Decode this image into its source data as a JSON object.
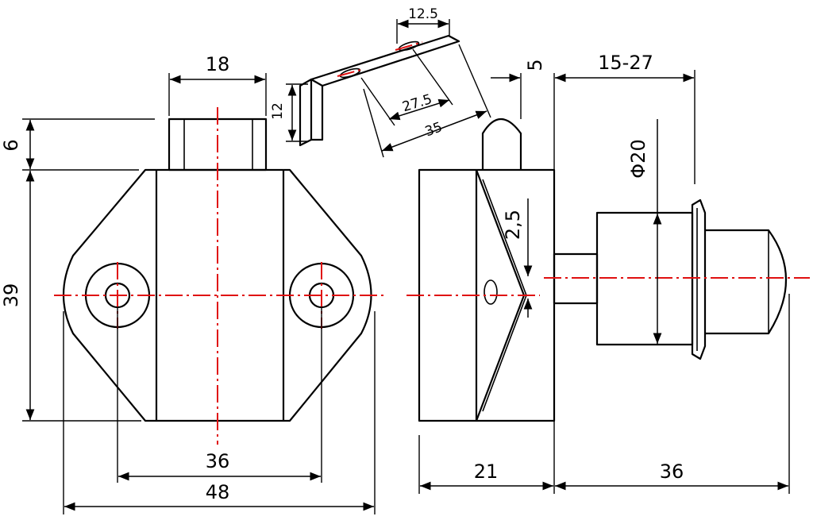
{
  "dimensions": {
    "front_top_width": "18",
    "front_top_height": "6",
    "front_height": "39",
    "front_hole_spacing": "36",
    "front_overall_width": "48",
    "bracket_width": "12.5",
    "bracket_height": "12",
    "bracket_hole_spacing": "27.5",
    "bracket_length": "35",
    "side_button_height": "5",
    "side_plunger_travel": "15-27",
    "side_plunger_diameter": "Φ20",
    "side_hole_offset": "2,5",
    "side_body_depth": "21",
    "side_plunger_length": "36"
  },
  "colors": {
    "line": "#000000",
    "centerline": "#e01010",
    "background": "#ffffff"
  }
}
